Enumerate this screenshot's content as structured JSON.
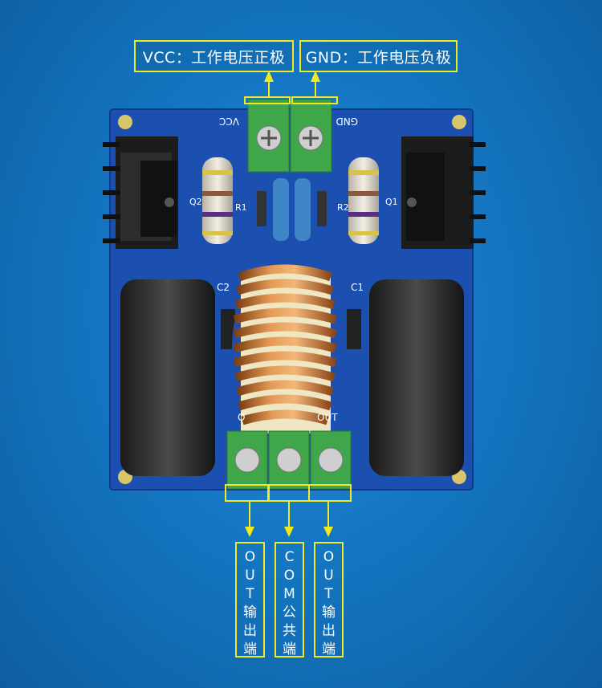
{
  "labels": {
    "vcc": "VCC：工作电压正极",
    "gnd": "GND：工作电压负极",
    "out_left": [
      "O",
      "U",
      "T",
      "输",
      "出",
      "端"
    ],
    "com": [
      "C",
      "O",
      "M",
      "公",
      "共",
      "端"
    ],
    "out_right": [
      "O",
      "U",
      "T",
      "输",
      "出",
      "端"
    ]
  },
  "board_silkscreen": {
    "vcc": "VCC",
    "gnd": "GND",
    "r1": "R1",
    "r2": "R2",
    "q1": "Q1",
    "q2": "Q2",
    "c1": "C1",
    "c2": "C2",
    "out_left": "O",
    "out_right": "OUT"
  },
  "colors": {
    "background": "#1476c2",
    "label_border": "#f2ea1a",
    "pcb": "#1b4fb0",
    "terminal": "#3fa64a",
    "copper": "#c8732d"
  }
}
